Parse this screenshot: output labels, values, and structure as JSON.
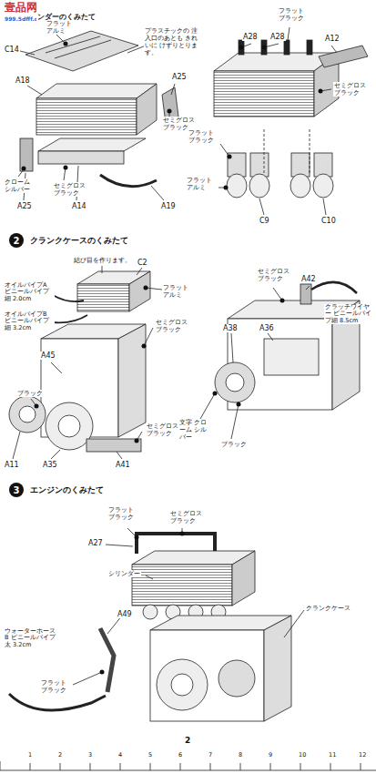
{
  "diagram": {
    "nodes": [
      {
        "text": [
          "2"
        ]
      },
      {
        "text": [
          "3"
        ]
      }
    ],
    "labels": [
      "壹品网",
      "999.5dfff.com",
      "ンダーのくみたて",
      "フラット アルミ",
      "C14",
      "A18",
      "プラスチックの 注入口のあとも きれいに けずりとります。",
      "A25",
      "セミグロス ブラック",
      "クローム シルバー",
      "A25",
      "セミグロス ブラック",
      "A14",
      "A19",
      "フラット ブラック",
      "A28",
      "A28",
      "A12",
      "セミグロス ブラック",
      "フラット ブラック",
      "フラット アルミ",
      "C9",
      "C10",
      "クランクケースのくみたて",
      "結び目を作ります。",
      "C2",
      "フラット アルミ",
      "オイルパイプA ビニールパイプ細 2.0cm",
      "オイルパイプB ビニールパイプ細 3.2cm",
      "A45",
      "ブラック",
      "セミグロス ブラック",
      "A11",
      "A35",
      "A41",
      "セミグロス ブラック",
      "セミグロス ブラック",
      "A42",
      "クラッチワイヤー ビニールパイプ細 8.5cm",
      "A38",
      "A36",
      "文字 クローム シルバー",
      "ブラック",
      "エンジンのくみたて",
      "フラット ブラック",
      "セミグロス ブラック",
      "A27",
      "シリンダー",
      "クランクケース",
      "A49",
      "ウォーターホースB ビニールパイプ太 3.2cm",
      "フラット ブラック",
      "2",
      "1",
      "2",
      "3",
      "4",
      "5",
      "6",
      "7",
      "8",
      "9",
      "10",
      "11",
      "12"
    ]
  }
}
